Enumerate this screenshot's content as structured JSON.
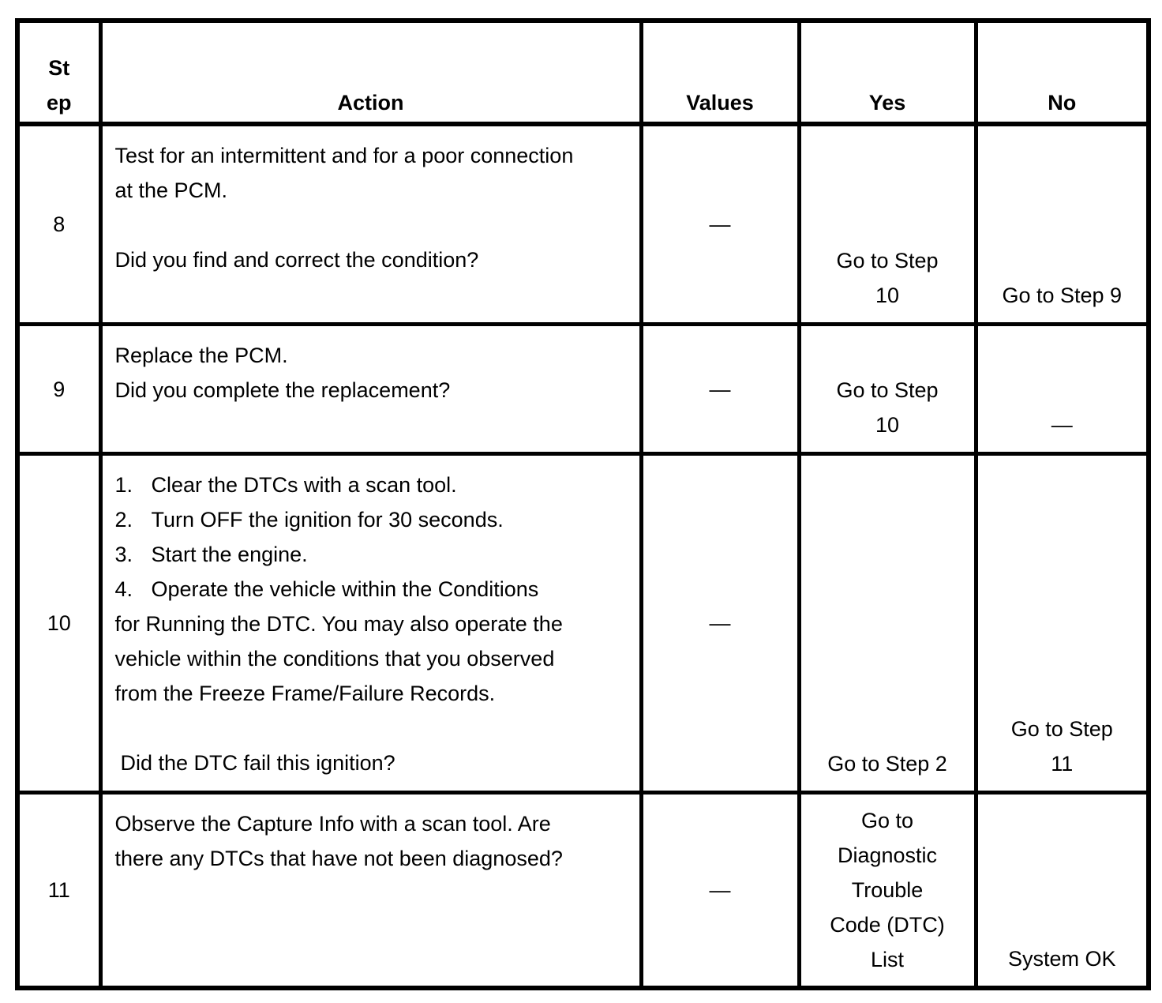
{
  "table": {
    "headers": {
      "step_lines": [
        "St",
        "ep"
      ],
      "action": "Action",
      "values": "Values",
      "yes": "Yes",
      "no": "No"
    },
    "rows": [
      {
        "step": "8",
        "action_lines": [
          "Test for an intermittent and for a poor connection",
          "at the PCM."
        ],
        "action_question": "Did you find and correct the condition?",
        "values": "—",
        "yes_lines": [
          "Go to Step",
          "10"
        ],
        "no_lines": [
          "Go to Step 9"
        ]
      },
      {
        "step": "9",
        "action_lines": [
          "Replace the PCM.",
          "Did you complete the replacement?"
        ],
        "values": "—",
        "yes_lines": [
          "Go to Step",
          "10"
        ],
        "no_lines": [
          "—"
        ]
      },
      {
        "step": "10",
        "action_items": [
          {
            "num": "1.",
            "text": "Clear the DTCs with a scan tool."
          },
          {
            "num": "2.",
            "text": "Turn OFF the ignition for 30 seconds."
          },
          {
            "num": "3.",
            "text": "Start the engine."
          },
          {
            "num": "4.",
            "text": "Operate the vehicle within the Conditions"
          }
        ],
        "action_continuation": [
          "for Running the DTC. You may also operate the",
          "vehicle within the conditions that you observed",
          "from the Freeze Frame/Failure Records."
        ],
        "action_question": "Did the DTC fail this ignition?",
        "values": "—",
        "yes_lines": [
          "Go to Step 2"
        ],
        "no_lines": [
          "Go to Step",
          "11"
        ]
      },
      {
        "step": "11",
        "action_lines": [
          "Observe the Capture Info with a scan tool. Are",
          "there any DTCs that have not been diagnosed?"
        ],
        "values": "—",
        "yes_lines": [
          "Go to",
          "Diagnostic",
          "Trouble",
          "Code (DTC)",
          "List"
        ],
        "no_lines": [
          "System OK"
        ]
      }
    ]
  }
}
